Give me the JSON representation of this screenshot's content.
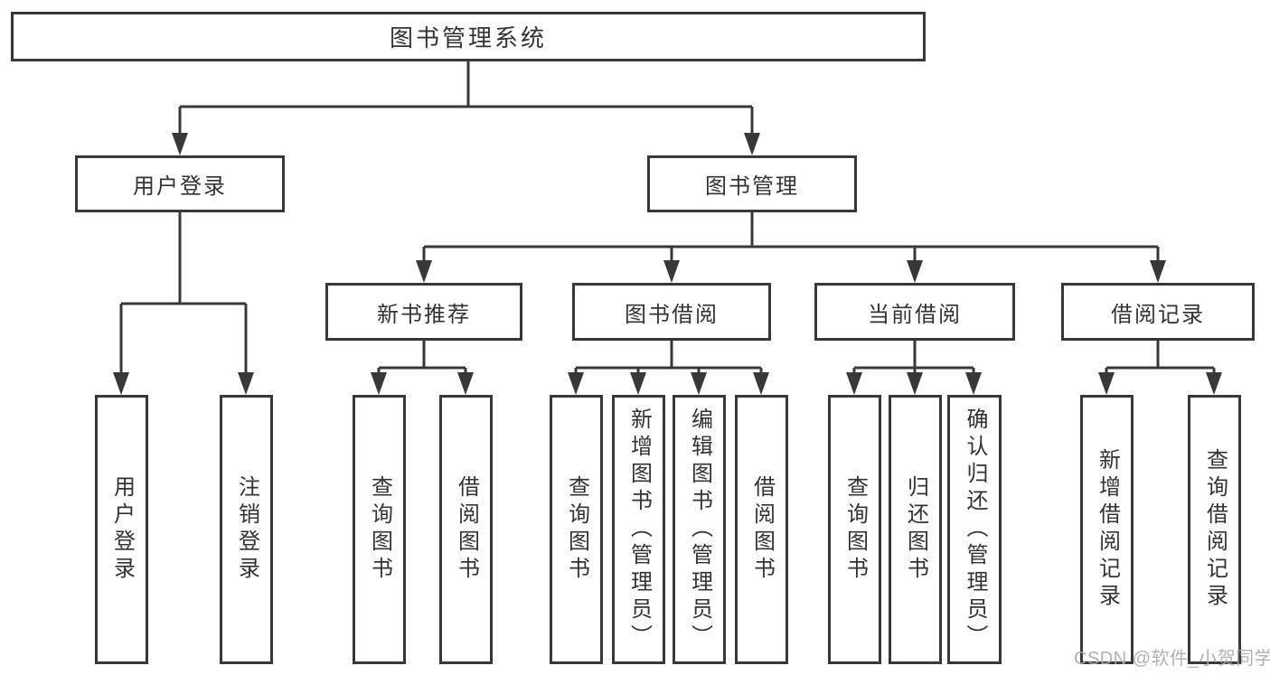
{
  "colors": {
    "background": "#ffffff",
    "line": "#383838",
    "box_border": "#383838",
    "text": "#333333",
    "watermark": "#a9a9a9"
  },
  "watermark": {
    "text": "CSDN @软件_小贺同学"
  },
  "tree": {
    "root": {
      "label": "图书管理系统",
      "children": [
        {
          "label": "用户登录",
          "children": [
            {
              "label": "用户登录"
            },
            {
              "label": "注销登录"
            }
          ]
        },
        {
          "label": "图书管理",
          "children": [
            {
              "label": "新书推荐",
              "children": [
                {
                  "label": "查询图书"
                },
                {
                  "label": "借阅图书"
                }
              ]
            },
            {
              "label": "图书借阅",
              "children": [
                {
                  "label": "查询图书"
                },
                {
                  "label": "新增图书（管理员）"
                },
                {
                  "label": "编辑图书（管理员）"
                },
                {
                  "label": "借阅图书"
                }
              ]
            },
            {
              "label": "当前借阅",
              "children": [
                {
                  "label": "查询图书"
                },
                {
                  "label": "归还图书"
                },
                {
                  "label": "确认归还（管理员）"
                }
              ]
            },
            {
              "label": "借阅记录",
              "children": [
                {
                  "label": "新增借阅记录"
                },
                {
                  "label": "查询借阅记录"
                }
              ]
            }
          ]
        }
      ]
    }
  }
}
